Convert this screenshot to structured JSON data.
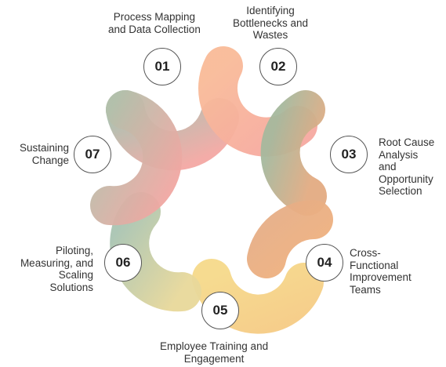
{
  "steps": [
    {
      "number": "01",
      "label": "Process Mapping\nand Data Collection"
    },
    {
      "number": "02",
      "label": "Identifying\nBottlenecks and\nWastes"
    },
    {
      "number": "03",
      "label": "Root Cause\nAnalysis\nand\nOpportunity\nSelection"
    },
    {
      "number": "04",
      "label": "Cross-\nFunctional\nImprovement\nTeams"
    },
    {
      "number": "05",
      "label": "Employee Training and\nEngagement"
    },
    {
      "number": "06",
      "label": "Piloting,\nMeasuring, and\nScaling\nSolutions"
    },
    {
      "number": "07",
      "label": "Sustaining\nChange"
    }
  ],
  "colors": {
    "petal_01": [
      "#a8bfae",
      "#f3a8a3"
    ],
    "petal_02": [
      "#f9bb98",
      "#f6a9a0"
    ],
    "petal_03": [
      "#a6b89d",
      "#e3ab82"
    ],
    "petal_04": [
      "#e6ae86",
      "#efb07e"
    ],
    "petal_05": [
      "#f6d98a",
      "#f5cc85"
    ],
    "petal_06": [
      "#a9c4b2",
      "#e8d89a"
    ],
    "petal_07": [
      "#b3c0ab",
      "#f0a7a2"
    ]
  }
}
